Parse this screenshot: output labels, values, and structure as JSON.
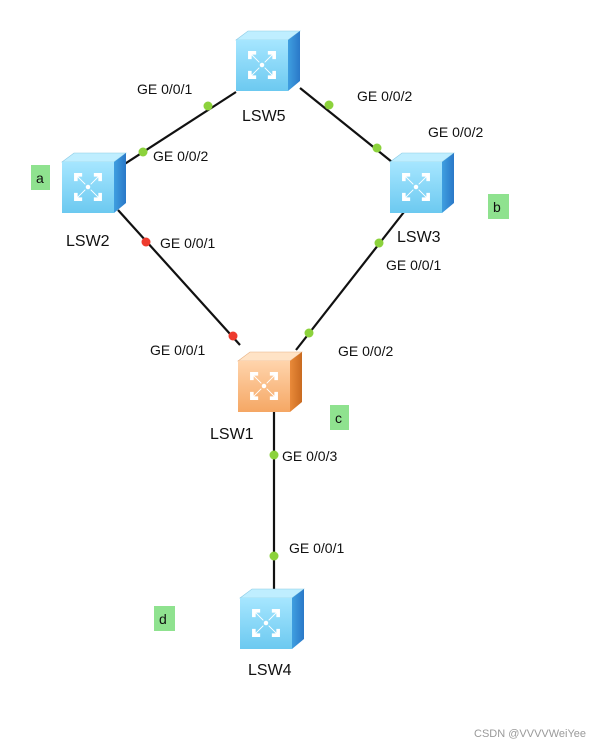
{
  "devices": {
    "lsw1": {
      "name": "LSW1"
    },
    "lsw2": {
      "name": "LSW2"
    },
    "lsw3": {
      "name": "LSW3"
    },
    "lsw4": {
      "name": "LSW4"
    },
    "lsw5": {
      "name": "LSW5"
    }
  },
  "ports": {
    "lsw5_left": "GE 0/0/1",
    "lsw5_right": "GE 0/0/2",
    "lsw2_top": "GE 0/0/2",
    "lsw2_bottom": "GE 0/0/1",
    "lsw3_top": "GE 0/0/2",
    "lsw3_bottom": "GE 0/0/1",
    "lsw1_left": "GE 0/0/1",
    "lsw1_right": "GE 0/0/2",
    "lsw1_bottom": "GE 0/0/3",
    "lsw4_top": "GE 0/0/1"
  },
  "tags": {
    "a": "a",
    "b": "b",
    "c": "c",
    "d": "d"
  },
  "watermark": "CSDN @VVVVWeiYee",
  "colors": {
    "link": "#111111",
    "port_up": "#8cd23c",
    "port_blocked": "#ee3b2e",
    "tag_bg": "#8fe28f",
    "switch_blue": "#7fd3f5",
    "switch_orange": "#f7b27a"
  }
}
